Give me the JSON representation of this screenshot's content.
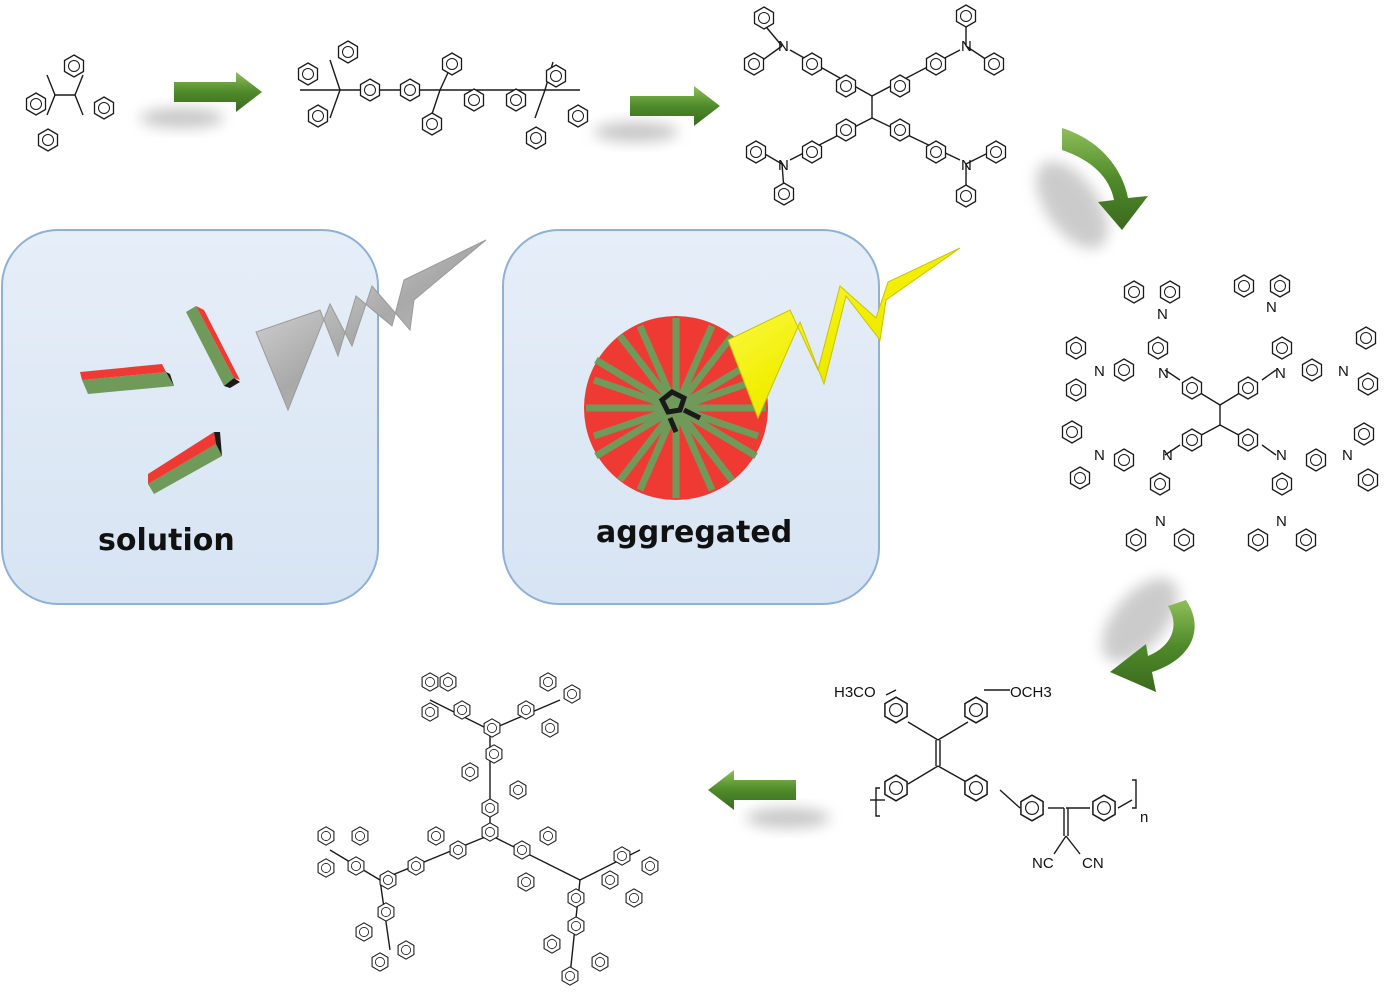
{
  "panels": {
    "solution_label": "solution",
    "aggregated_label": "aggregated"
  },
  "polymer": {
    "methoxy_left": "H3CO",
    "methoxy_right": "OCH3",
    "cyano_left": "NC",
    "cyano_right": "CN",
    "repeat_subscript": "n"
  },
  "amine_label": "N",
  "colors": {
    "panel_fill": "#dde8f5",
    "panel_stroke": "#8fb1d8",
    "arrow_green": "#4f8a2a",
    "rod_red": "#ef3a33",
    "rod_green": "#6f9a5a",
    "bolt_gray": "#b5b5b5",
    "bolt_yellow": "#f4f200"
  }
}
